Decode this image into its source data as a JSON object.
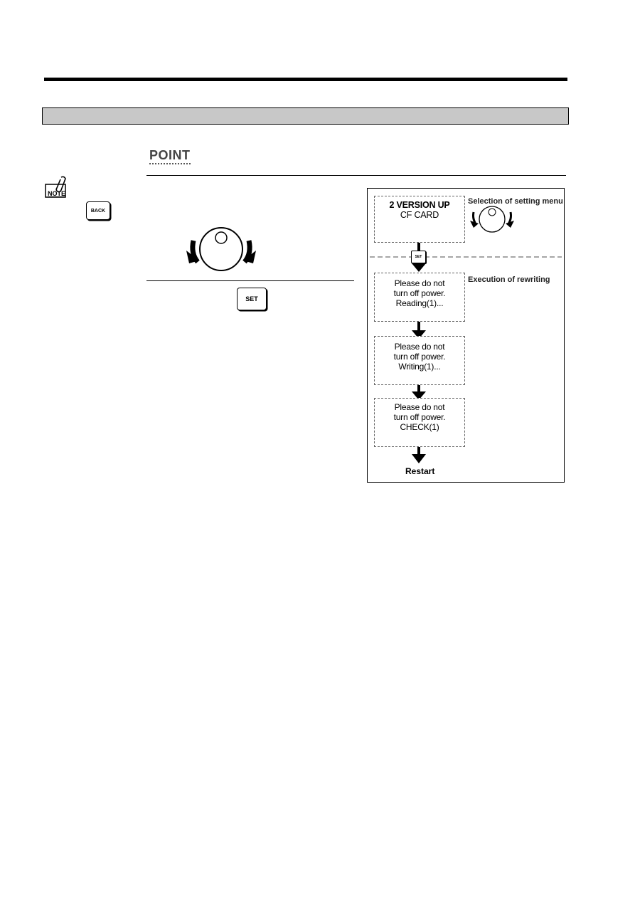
{
  "header": {
    "point_label": "POINT",
    "note_label": "NOTE"
  },
  "keys": {
    "back": "BACK",
    "set": "SET"
  },
  "flow": {
    "box1": [
      "2 VERSION UP",
      "CF CARD"
    ],
    "box2": [
      "Please do not",
      "turn off power.",
      "Reading(1)..."
    ],
    "box3": [
      "Please do not",
      "turn off power.",
      "Writing(1)..."
    ],
    "box4": [
      "Please do not",
      "turn off power.",
      "CHECK(1)"
    ],
    "set_key": "SET",
    "label_selection": "Selection of setting menu",
    "label_execution": "Execution of rewriting",
    "end_label": "Restart"
  }
}
